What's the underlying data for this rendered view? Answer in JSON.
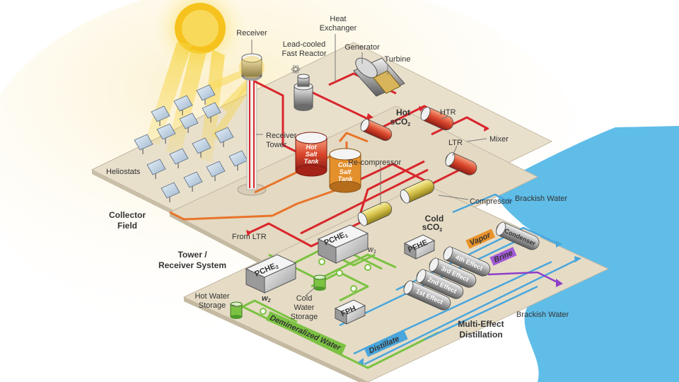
{
  "labels": {
    "receiver": "Receiver",
    "heat_exchanger_1": "Heat",
    "heat_exchanger_2": "Exchanger",
    "lead_reactor_1": "Lead-cooled",
    "lead_reactor_2": "Fast Reactor",
    "generator": "Generator",
    "turbine": "Turbine",
    "hot_sco2_1": "Hot",
    "hot_sco2_2": "sCO",
    "sub2": "2",
    "htr": "HTR",
    "receiver_tower_1": "Receiver",
    "receiver_tower_2": "Tower",
    "mixer": "Mixer",
    "ltr": "LTR",
    "hot_salt_1": "Hot",
    "hot_salt_2": "Salt",
    "hot_salt_3": "Tank",
    "cold_salt_1": "Cold",
    "cold_salt_2": "Salt",
    "cold_salt_3": "Tank",
    "recompressor": "Re-compressor",
    "heliostats": "Heliostats",
    "compressor": "Compressor",
    "brackish_water_top": "Brackish Water",
    "collector_field_1": "Collector",
    "collector_field_2": "Field",
    "cold_sco2_1": "Cold",
    "cold_sco2_2": "sCO",
    "from_ltr": "From LTR",
    "pche1": "PCHE",
    "pche1_sub": "1",
    "w1": "w",
    "w1_sub": "1",
    "pfhe": "PFHE",
    "vapor": "Vapor",
    "condenser": "Condenser",
    "tower_receiver_1": "Tower /",
    "tower_receiver_2": "Receiver System",
    "pche2": "PCHE",
    "pche2_sub": "2",
    "effect4": "4th Effect",
    "effect3": "3rd Effect",
    "effect2": "2nd Effect",
    "effect1": "1st Effect",
    "brine": "Brine",
    "hot_water_storage_1": "Hot Water",
    "hot_water_storage_2": "Storage",
    "w2": "w",
    "w2_sub": "2",
    "cold_water_storage_1": "Cold",
    "cold_water_storage_2": "Water",
    "cold_water_storage_3": "Storage",
    "brackish_water_bottom": "Brackish Water",
    "fph": "FPH",
    "demineralized_water": "Demineralized Water",
    "multi_effect_1": "Multi-Effect",
    "multi_effect_2": "Distillation",
    "distillate": "Distillate"
  },
  "colors": {
    "hot_line": "#d9262c",
    "warm_line": "#e8742a",
    "green_line": "#7cc242",
    "blue_line": "#4aa6dc",
    "purple_line": "#8f3fc8",
    "platform": "#e8dfcb",
    "platform_edge": "#b8ad97",
    "water": "#5fbde8",
    "sun": "#f7c520"
  },
  "icons": {
    "sun": "sun-icon",
    "reactor_atom": "atom-icon"
  }
}
